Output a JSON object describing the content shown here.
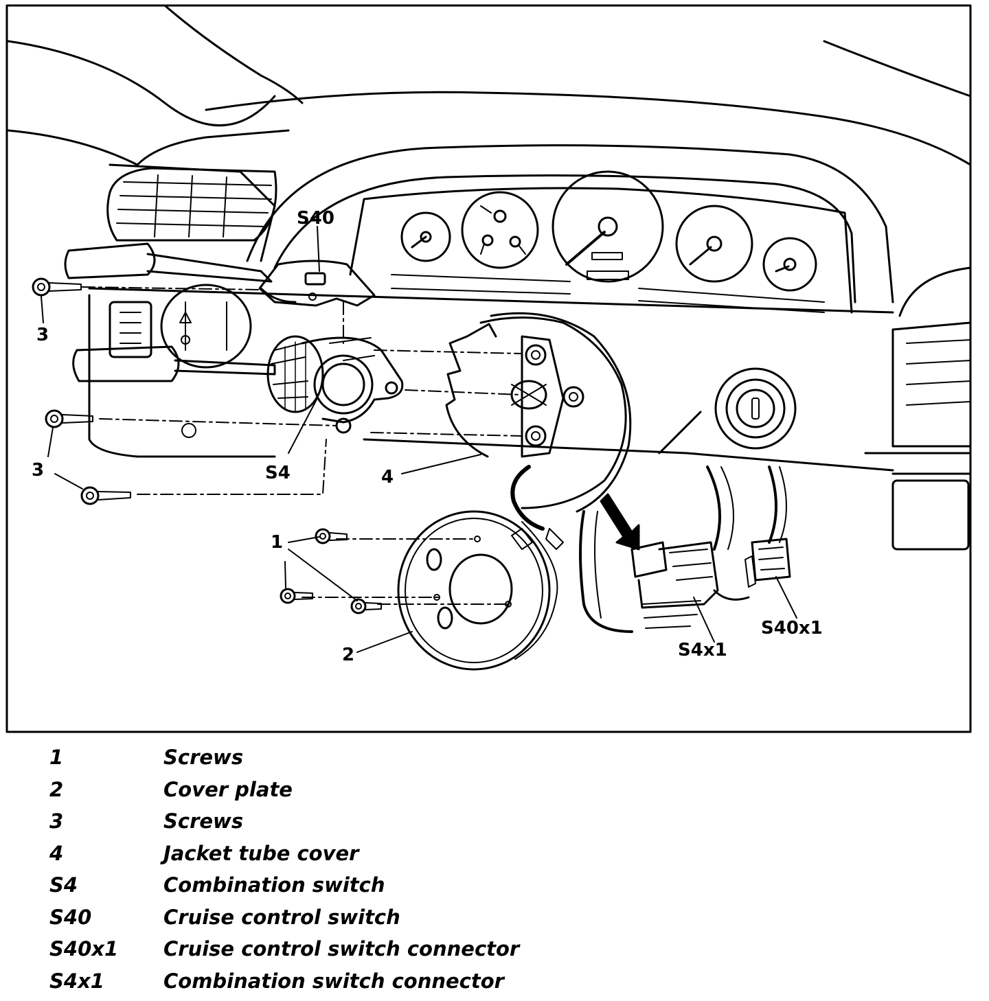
{
  "callouts": {
    "c1": "1",
    "c2": "2",
    "c3a": "3",
    "c3b": "3",
    "c4": "4",
    "s4": "S4",
    "s40": "S40",
    "s40x1": "S40x1",
    "s4x1": "S4x1"
  },
  "legend": [
    {
      "key": "1",
      "desc": "Screws"
    },
    {
      "key": "2",
      "desc": "Cover plate"
    },
    {
      "key": "3",
      "desc": "Screws"
    },
    {
      "key": "4",
      "desc": "Jacket tube cover"
    },
    {
      "key": "S4",
      "desc": "Combination switch"
    },
    {
      "key": "S40",
      "desc": "Cruise control switch"
    },
    {
      "key": "S40x1",
      "desc": "Cruise control switch connector"
    },
    {
      "key": "S4x1",
      "desc": "Combination switch connector"
    }
  ],
  "colors": {
    "ink": "#000000",
    "paper": "#ffffff"
  }
}
